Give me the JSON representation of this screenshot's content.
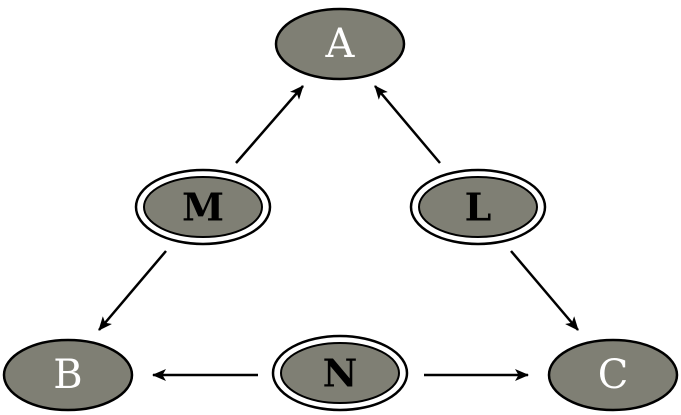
{
  "nodes": {
    "A": {
      "label": "A"
    },
    "B": {
      "label": "B"
    },
    "C": {
      "label": "C"
    },
    "M": {
      "label": "M"
    },
    "L": {
      "label": "L"
    },
    "N": {
      "label": "N"
    }
  },
  "edges": [
    {
      "from": "M",
      "to": "A"
    },
    {
      "from": "L",
      "to": "A"
    },
    {
      "from": "M",
      "to": "B"
    },
    {
      "from": "L",
      "to": "C"
    },
    {
      "from": "N",
      "to": "B"
    },
    {
      "from": "N",
      "to": "C"
    }
  ],
  "colors": {
    "node_fill": "#7f7f74",
    "stroke": "#000000"
  }
}
